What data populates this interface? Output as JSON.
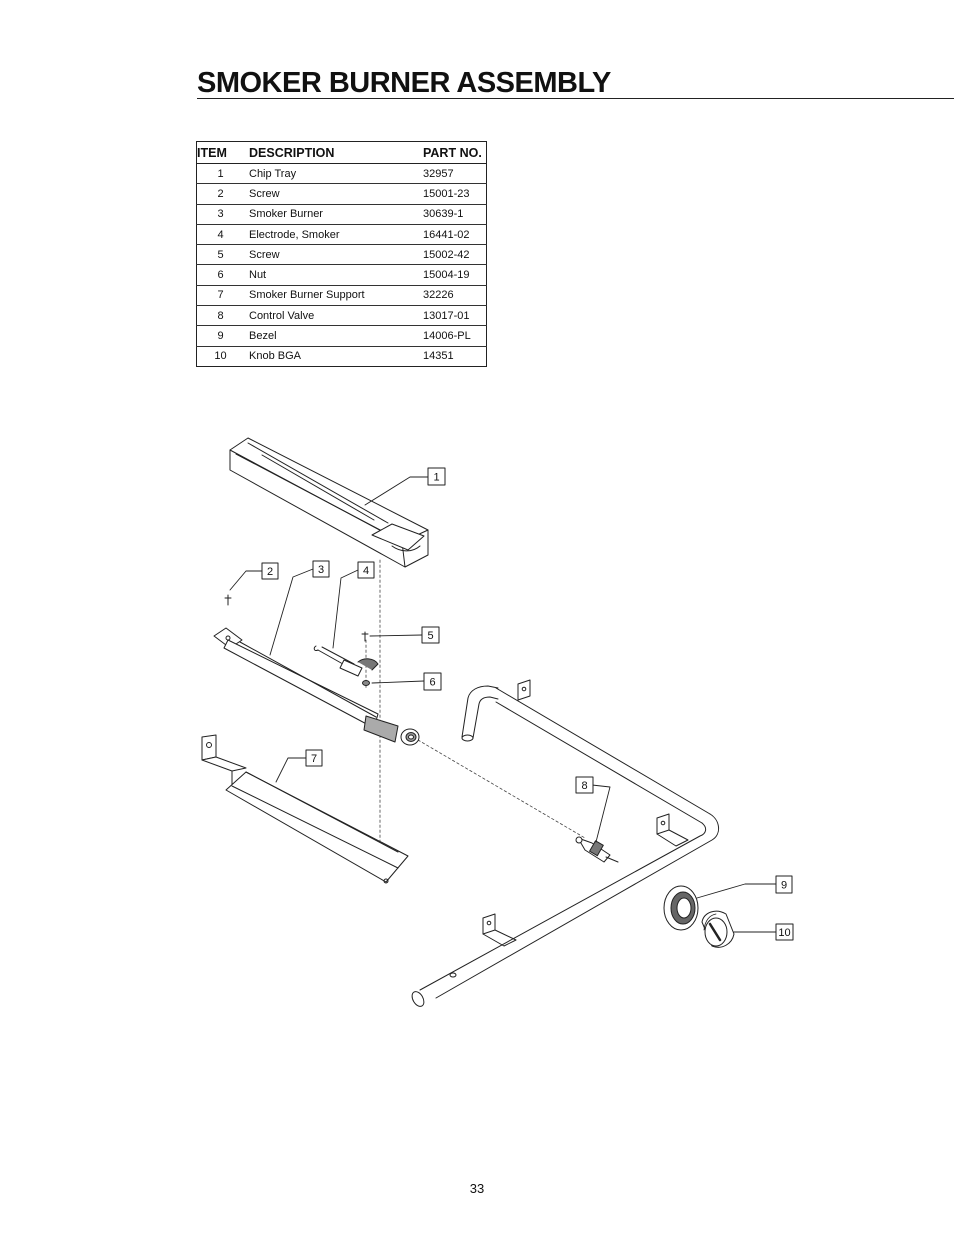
{
  "page": {
    "title": "SMOKER BURNER ASSEMBLY",
    "page_number": "33"
  },
  "parts_table": {
    "headers": {
      "item": "ITEM",
      "description": "DESCRIPTION",
      "part_no": "PART NO."
    },
    "rows": [
      {
        "item": "1",
        "description": "Chip Tray",
        "part_no": "32957"
      },
      {
        "item": "2",
        "description": "Screw",
        "part_no": "15001-23"
      },
      {
        "item": "3",
        "description": "Smoker Burner",
        "part_no": "30639-1"
      },
      {
        "item": "4",
        "description": "Electrode, Smoker",
        "part_no": "16441-02"
      },
      {
        "item": "5",
        "description": "Screw",
        "part_no": "15002-42"
      },
      {
        "item": "6",
        "description": "Nut",
        "part_no": "15004-19"
      },
      {
        "item": "7",
        "description": "Smoker Burner Support",
        "part_no": "32226"
      },
      {
        "item": "8",
        "description": "Control Valve",
        "part_no": "13017-01"
      },
      {
        "item": "9",
        "description": "Bezel",
        "part_no": "14006-PL"
      },
      {
        "item": "10",
        "description": "Knob BGA",
        "part_no": "14351"
      }
    ]
  },
  "diagram": {
    "callouts": [
      "1",
      "2",
      "3",
      "4",
      "5",
      "6",
      "7",
      "8",
      "9",
      "10"
    ]
  }
}
